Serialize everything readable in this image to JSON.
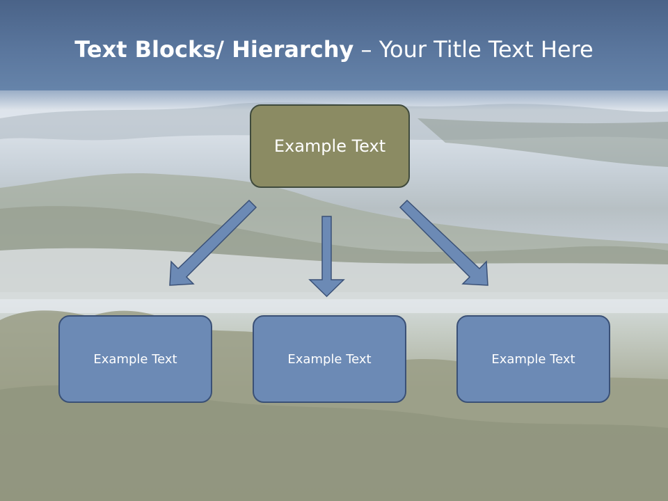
{
  "title": {
    "bold": "Text Blocks/ Hierarchy",
    "separator": " – ",
    "rest": "Your Title Text Here"
  },
  "top_box": {
    "label": "Example Text"
  },
  "child_boxes": [
    {
      "label": "Example Text"
    },
    {
      "label": "Example Text"
    },
    {
      "label": "Example Text"
    }
  ],
  "colors": {
    "title_band": "#5a769d",
    "top_box_fill": "#8b8b63",
    "child_box_fill": "#6c8ab5",
    "arrow_fill": "#6c8ab5",
    "arrow_stroke": "#3a5076"
  }
}
